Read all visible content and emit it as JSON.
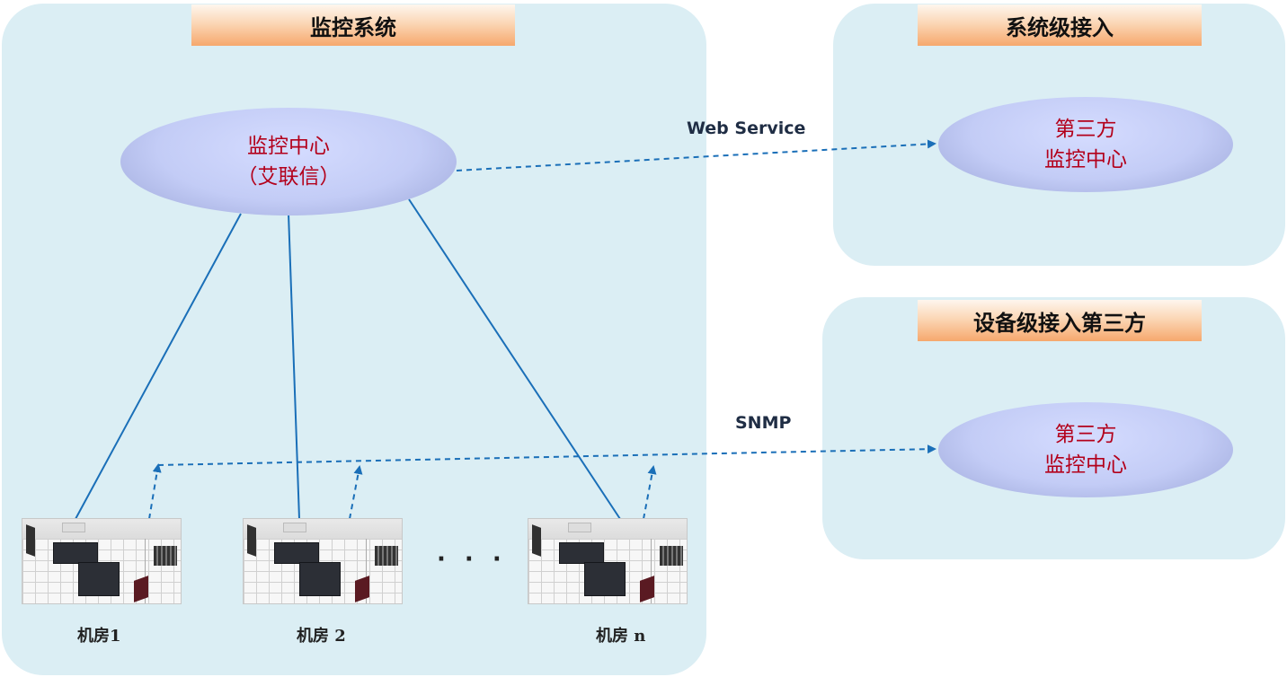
{
  "monitoring_system": {
    "title": "监控系统",
    "center": {
      "line1": "监控中心",
      "line2": "（艾联信）"
    },
    "rooms": [
      {
        "label": "机房1"
      },
      {
        "label": "机房 2"
      },
      {
        "label": "机房 n"
      }
    ],
    "ellipsis": "· · ·"
  },
  "system_level": {
    "title": "系统级接入",
    "node": {
      "line1": "第三方",
      "line2": "监控中心"
    }
  },
  "device_level": {
    "title": "设备级接入第三方",
    "node": {
      "line1": "第三方",
      "line2": "监控中心"
    }
  },
  "protocols": {
    "web_service": "Web Service",
    "snmp": "SNMP"
  },
  "colors": {
    "panel_bg": "#dbeef4",
    "solid_link": "#1a6fb8",
    "dashed_link": "#1a6fb8",
    "node_text": "#b3001b"
  }
}
